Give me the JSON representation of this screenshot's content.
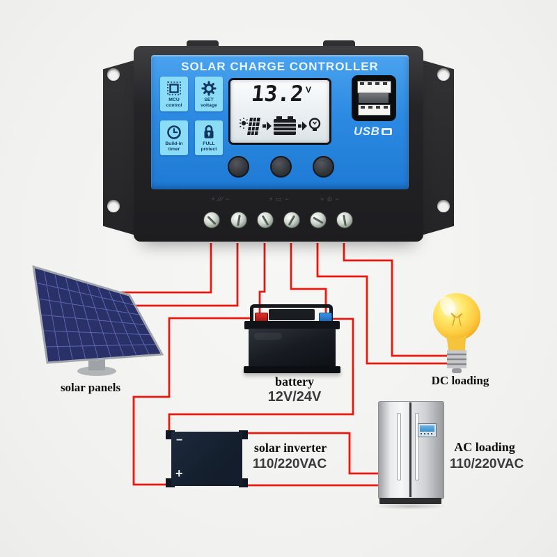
{
  "scene": {
    "background": "#f1f1ef"
  },
  "controller": {
    "title": "SOLAR CHARGE CONTROLLER",
    "features": [
      {
        "icon": "mcu-chip-icon",
        "line1": "MCU",
        "line2": "control"
      },
      {
        "icon": "gear-icon",
        "line1": "SET",
        "line2": "voltage"
      },
      {
        "icon": "clock-icon",
        "line1": "Build-in",
        "line2": "timer"
      },
      {
        "icon": "padlock-icon",
        "line1": "FULL",
        "line2": "protect"
      }
    ],
    "lcd": {
      "voltage": "13.2",
      "unit": "V"
    },
    "usb_logo": "USB",
    "terminal_labels": [
      "+ ∕∕∕ −",
      "+ ▭ −",
      "+ ⊙ −"
    ]
  },
  "devices": {
    "solar_panels": {
      "label": "solar panels"
    },
    "battery": {
      "label": "battery",
      "spec": "12V/24V"
    },
    "dc_loading": {
      "label": "DC loading"
    },
    "solar_inverter": {
      "label": "solar inverter",
      "spec": "110/220VAC",
      "minus": "−",
      "plus": "+"
    },
    "ac_loading": {
      "label": "AC loading",
      "spec": "110/220VAC"
    }
  },
  "colors": {
    "wire": "#e7190f",
    "panel_blue": "#2c8ae2",
    "tile_blue": "#8adcf7",
    "spec_text": "#3a3a3c"
  }
}
